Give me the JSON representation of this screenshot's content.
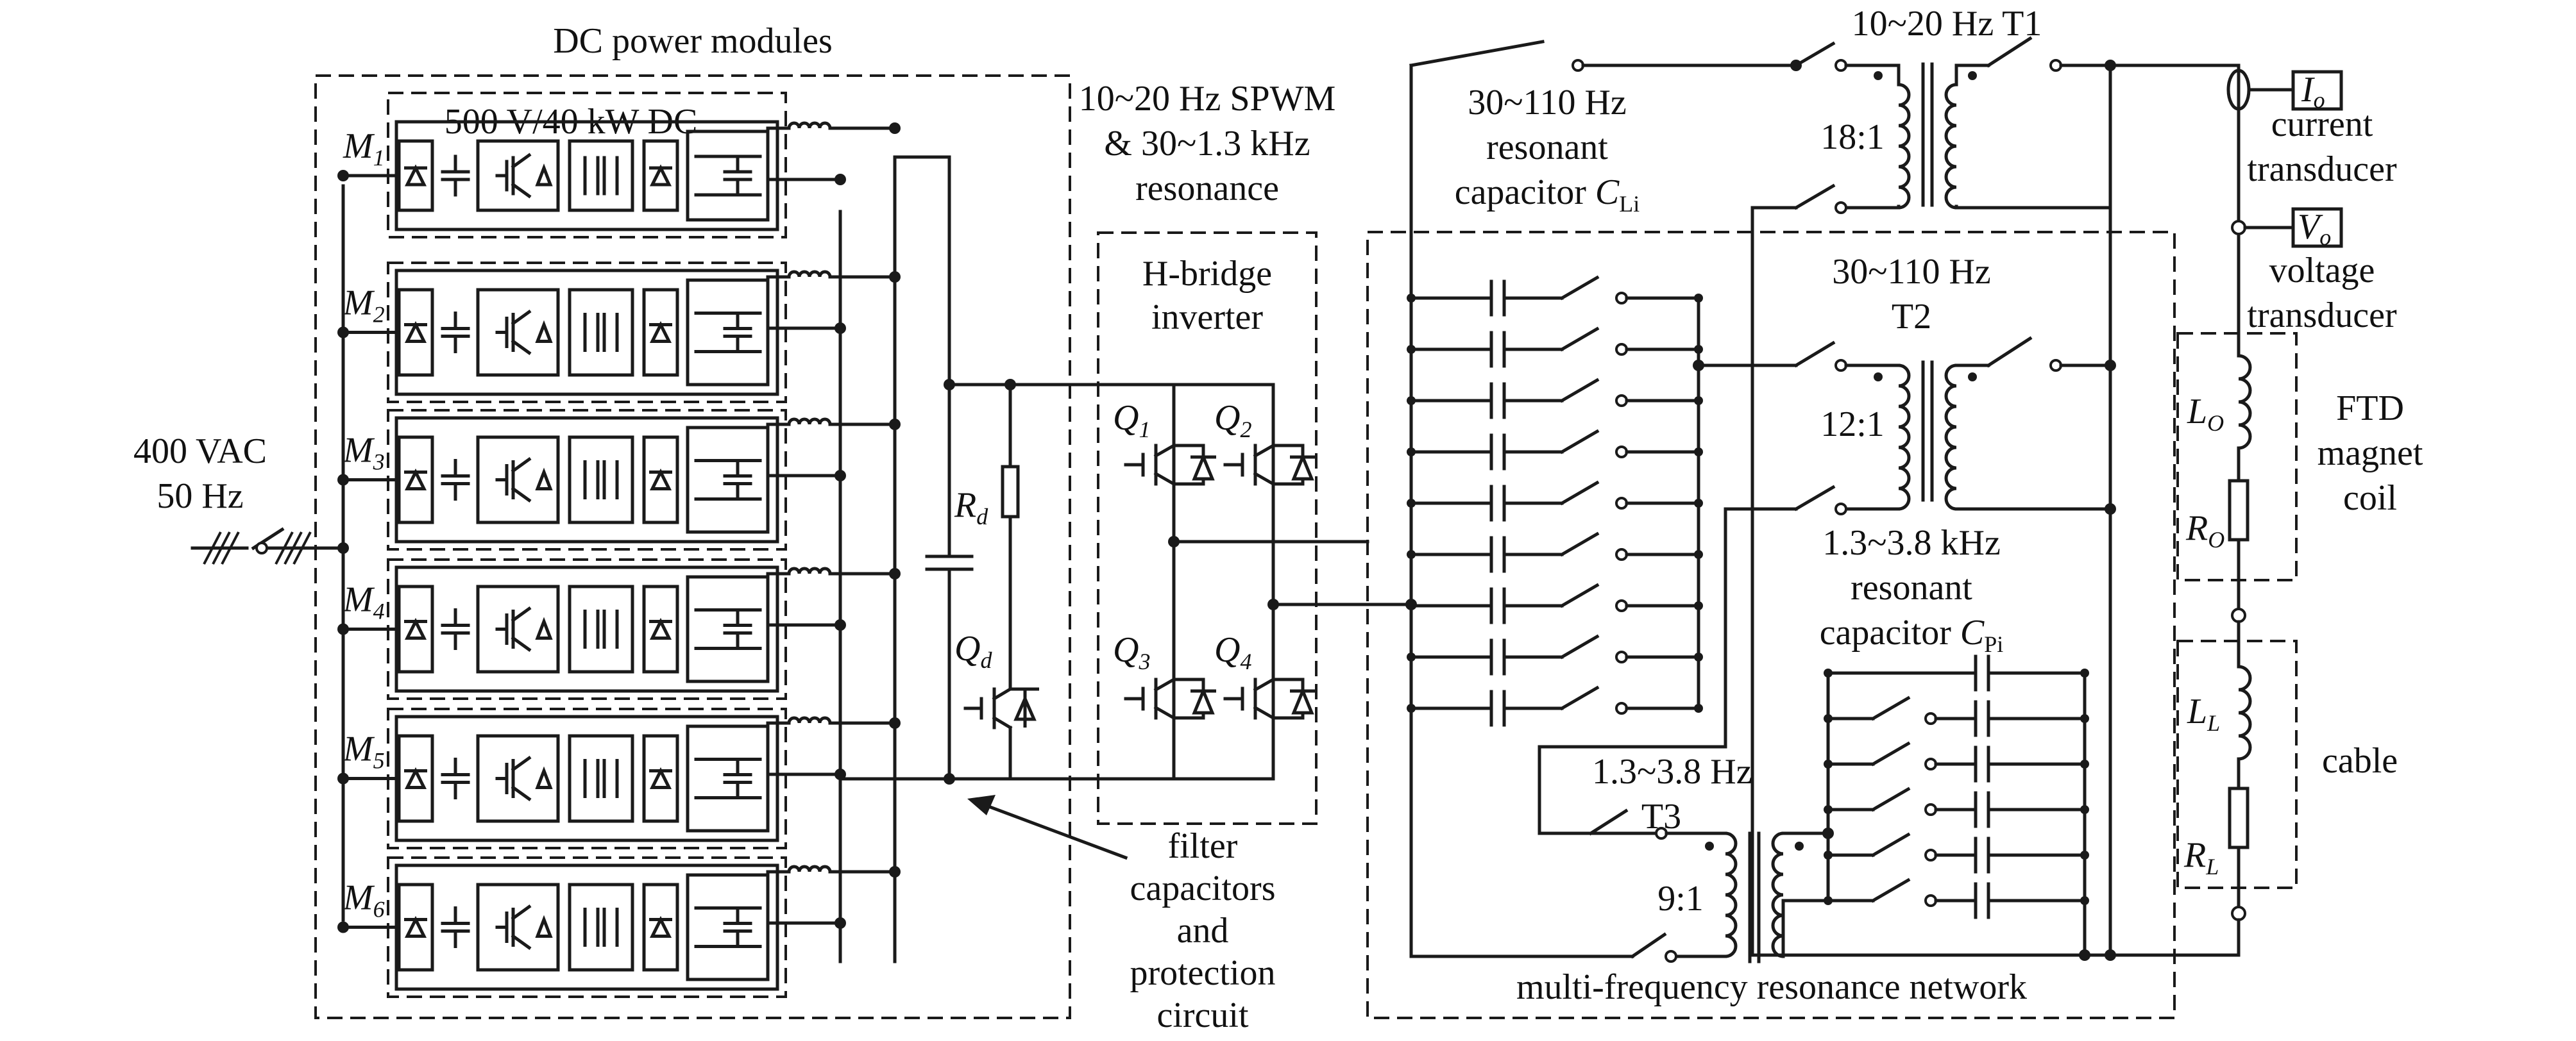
{
  "modules": {
    "title": "DC power modules",
    "rating": "500 V/40 kW DC",
    "items": [
      {
        "letter": "M",
        "sub": "1"
      },
      {
        "letter": "M",
        "sub": "2"
      },
      {
        "letter": "M",
        "sub": "3"
      },
      {
        "letter": "M",
        "sub": "4"
      },
      {
        "letter": "M",
        "sub": "5"
      },
      {
        "letter": "M",
        "sub": "6"
      }
    ]
  },
  "supply": {
    "line1": "400 VAC",
    "line2": "50 Hz"
  },
  "protection": {
    "rd_letter": "R",
    "rd_sub": "d",
    "qd_letter": "Q",
    "qd_sub": "d",
    "caption": [
      "filter",
      "capacitors",
      "and",
      "protection",
      "circuit"
    ]
  },
  "inverter": {
    "heading": [
      "10~20 Hz SPWM",
      "& 30~1.3 kHz",
      "resonance"
    ],
    "title": [
      "H-bridge",
      "inverter"
    ],
    "switches": [
      {
        "letter": "Q",
        "sub": "1"
      },
      {
        "letter": "Q",
        "sub": "2"
      },
      {
        "letter": "Q",
        "sub": "3"
      },
      {
        "letter": "Q",
        "sub": "4"
      }
    ]
  },
  "network": {
    "title": "multi-frequency resonance network",
    "cli_caption": [
      "30~110 Hz",
      "resonant"
    ],
    "cli_prefix": "capacitor",
    "cli_letter": "C",
    "cli_sub": "Li",
    "t1": {
      "freq": "10~20 Hz T1",
      "ratio": "18:1"
    },
    "t2": {
      "freq": "30~110 Hz",
      "name": "T2",
      "ratio": "12:1"
    },
    "cpi_caption": [
      "1.3~3.8 kHz",
      "resonant"
    ],
    "cpi_prefix": "capacitor",
    "cpi_letter": "C",
    "cpi_sub": "Pi",
    "t3": {
      "freq": "1.3~3.8 Hz",
      "name": "T3",
      "ratio": "9:1"
    }
  },
  "measurement": {
    "io_letter": "I",
    "io_sub": "o",
    "current": [
      "current",
      "transducer"
    ],
    "vo_letter": "V",
    "vo_sub": "o",
    "voltage": [
      "voltage",
      "transducer"
    ]
  },
  "load": {
    "lo_letter": "L",
    "lo_sub": "O",
    "ro_letter": "R",
    "ro_sub": "O",
    "coil": [
      "FTD",
      "magnet",
      "coil"
    ],
    "ll_letter": "L",
    "ll_sub": "L",
    "rl_letter": "R",
    "rl_sub": "L",
    "cable": "cable"
  }
}
